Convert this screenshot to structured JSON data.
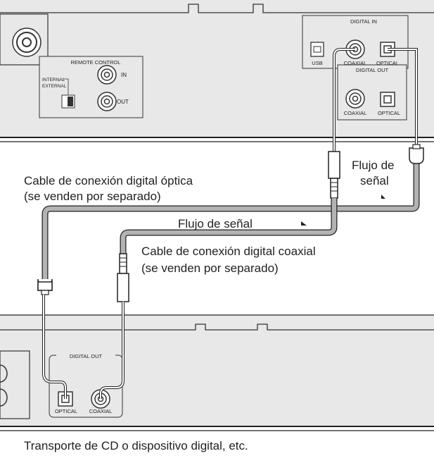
{
  "top_device": {
    "remote_control": {
      "title": "REMOTE CONTROL",
      "internal": "INTERNAL",
      "external": "EXTERNAL",
      "in": "IN",
      "out": "OUT"
    },
    "digital_in": {
      "title": "DIGITAL IN",
      "usb": "USB",
      "coaxial": "COAXIAL",
      "optical": "OPTICAL"
    },
    "digital_out": {
      "title": "DIGITAL OUT",
      "coaxial": "COAXIAL",
      "optical": "OPTICAL"
    }
  },
  "labels": {
    "optical_cable_line1": "Cable de conexión digital óptica",
    "optical_cable_line2": "(se venden por separado)",
    "signal_flow_right_line1": "Flujo de",
    "signal_flow_right_line2": "señal",
    "signal_flow_middle": "Flujo de señal",
    "coaxial_cable_line1": "Cable de conexión digital coaxial",
    "coaxial_cable_line2": "(se venden por separado)",
    "bottom_caption": "Transporte de CD o dispositivo digital, etc."
  },
  "bottom_device": {
    "digital_out": {
      "title": "DIGITAL OUT",
      "optical": "OPTICAL",
      "coaxial": "COAXIAL"
    }
  },
  "colors": {
    "panel_fill": "#e8e8e8",
    "cable_gray": "#b3b3b3",
    "line_dark": "#222222"
  }
}
